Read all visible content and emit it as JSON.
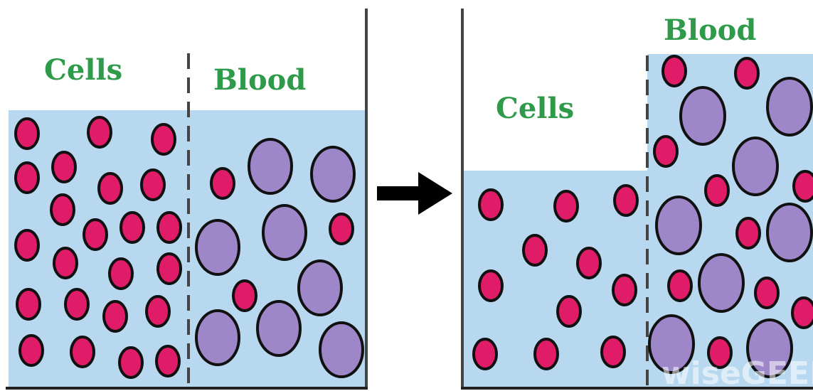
{
  "colors": {
    "liquid": "#b7d8ef",
    "small_cell": "#e01b68",
    "large_cell": "#9d87c9",
    "outline": "#111111",
    "label_text": "#2f9b4a",
    "arrow": "#000000"
  },
  "left_panel": {
    "label_left": "Cells",
    "label_right": "Blood"
  },
  "right_panel": {
    "label_left": "Cells",
    "label_right": "Blood"
  },
  "arrow": {
    "icon": "right-arrow-icon"
  },
  "watermark": {
    "text": "wiseGEEK"
  }
}
